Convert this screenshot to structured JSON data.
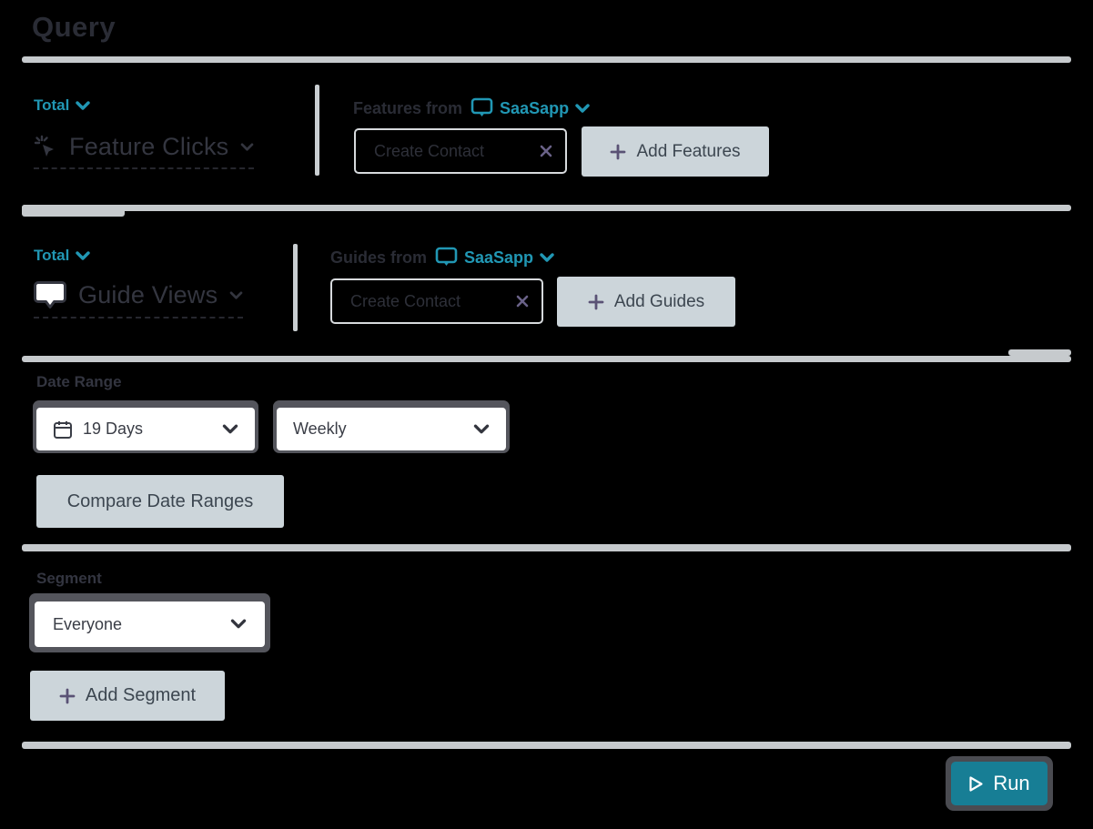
{
  "page": {
    "title": "Query"
  },
  "colors": {
    "background": "#000000",
    "accent_teal": "#2197b4",
    "run_teal": "#177e95",
    "divider_gray": "#c6cacd",
    "button_gray": "#ccd5da",
    "text_dark": "#2e3039",
    "plus_purple": "#5a5275"
  },
  "metrics": [
    {
      "aggregation": "Total",
      "name": "Feature Clicks",
      "icon": "cursor-click-icon",
      "source_label": "Features from",
      "app": {
        "name": "SaaSapp",
        "icon": "monitor-icon"
      },
      "chip": {
        "label": "Create Contact",
        "remove_icon": "x-icon"
      },
      "add_button": "Add Features"
    },
    {
      "aggregation": "Total",
      "name": "Guide Views",
      "icon": "guide-icon",
      "source_label": "Guides from",
      "app": {
        "name": "SaaSapp",
        "icon": "monitor-icon"
      },
      "chip": {
        "label": "Create Contact",
        "remove_icon": "x-icon"
      },
      "add_button": "Add Guides"
    }
  ],
  "date_range": {
    "label": "Date Range",
    "duration": {
      "value": "19 Days",
      "icon": "calendar-icon"
    },
    "granularity": {
      "value": "Weekly"
    },
    "compare_button": "Compare Date Ranges"
  },
  "segment": {
    "label": "Segment",
    "selected": "Everyone",
    "add_button": "Add Segment"
  },
  "run_button": {
    "label": "Run",
    "icon": "play-icon"
  }
}
